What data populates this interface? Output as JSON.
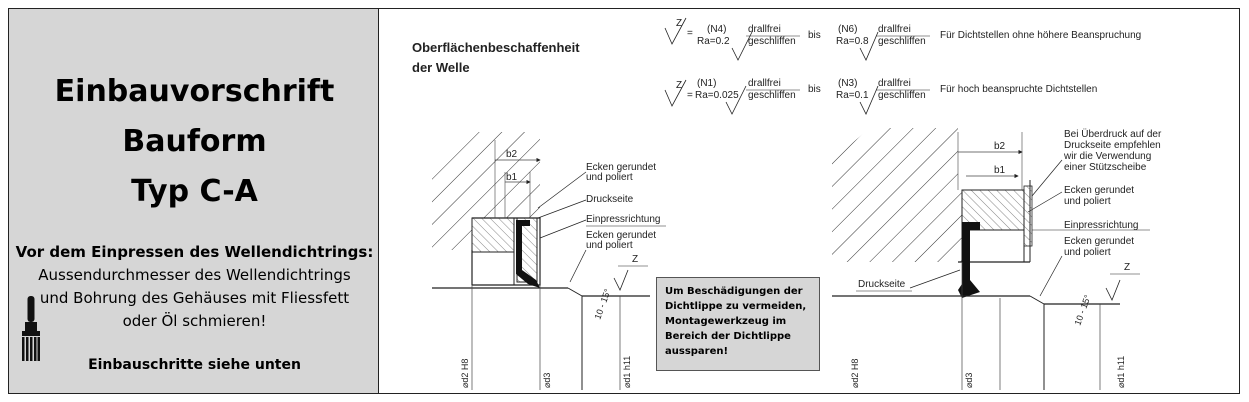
{
  "left_panel": {
    "title_line1": "Einbauvorschrift",
    "title_line2": "Bauform",
    "title_line3": "Typ C-A",
    "instruction_heading": "Vor dem Einpressen des Wellendichtrings:",
    "instruction_line1": "Aussendurchmesser des Wellendichtrings",
    "instruction_line2": "und Bohrung des Gehäuses mit Fliessfett",
    "instruction_line3": "oder Öl schmieren!",
    "steps_note": "Einbauschritte siehe unten",
    "brush_icon": "paint-brush-icon"
  },
  "surface": {
    "heading_line1": "Oberflächenbeschaffenheit",
    "heading_line2": "der Welle",
    "rows": [
      {
        "symbol": "Z",
        "eq": "=",
        "a_n": "(N4)",
        "a_ra": "Ra=0.2",
        "b_n": "(N6)",
        "b_ra": "Ra=0.8",
        "finish_top": "drallfrei",
        "finish_bottom": "geschliffen",
        "bis": "bis",
        "desc": "Für Dichtstellen ohne höhere Beanspruchung"
      },
      {
        "symbol": "Z",
        "eq": "=",
        "a_n": "(N1)",
        "a_ra": "Ra=0.025",
        "b_n": "(N3)",
        "b_ra": "Ra=0.1",
        "finish_top": "drallfrei",
        "finish_bottom": "geschliffen",
        "bis": "bis",
        "desc": "Für hoch beanspruchte Dichtstellen"
      }
    ]
  },
  "drawing_left": {
    "dim_b1": "b1",
    "dim_b2": "b2",
    "label_corners1_l1": "Ecken gerundet",
    "label_corners1_l2": "und poliert",
    "label_pressure": "Druckseite",
    "label_direction": "Einpressrichtung",
    "label_corners2_l1": "Ecken gerundet",
    "label_corners2_l2": "und poliert",
    "z": "Z",
    "angle": "10 - 15°",
    "d2": "⌀d2 H8",
    "d3": "⌀d3",
    "d1": "⌀d1 h11"
  },
  "drawing_right": {
    "dim_b1": "b1",
    "dim_b2": "b2",
    "overpressure_l1": "Bei Überdruck auf der",
    "overpressure_l2": "Druckseite empfehlen",
    "overpressure_l3": "wir die Verwendung",
    "overpressure_l4": "einer Stützscheibe",
    "label_corners1_l1": "Ecken gerundet",
    "label_corners1_l2": "und poliert",
    "label_direction": "Einpressrichtung",
    "label_corners2_l1": "Ecken gerundet",
    "label_corners2_l2": "und poliert",
    "label_pressure": "Druckseite",
    "z": "Z",
    "angle": "10 - 15°",
    "d2": "⌀d2 H8",
    "d3": "⌀d3",
    "d1": "⌀d1 h11"
  },
  "note": {
    "line1": "Um Beschädigungen der",
    "line2": "Dichtlippe zu vermeiden,",
    "line3": "Montagewerkzeug im",
    "line4": "Bereich der Dichtlippe",
    "line5": "aussparen!"
  }
}
